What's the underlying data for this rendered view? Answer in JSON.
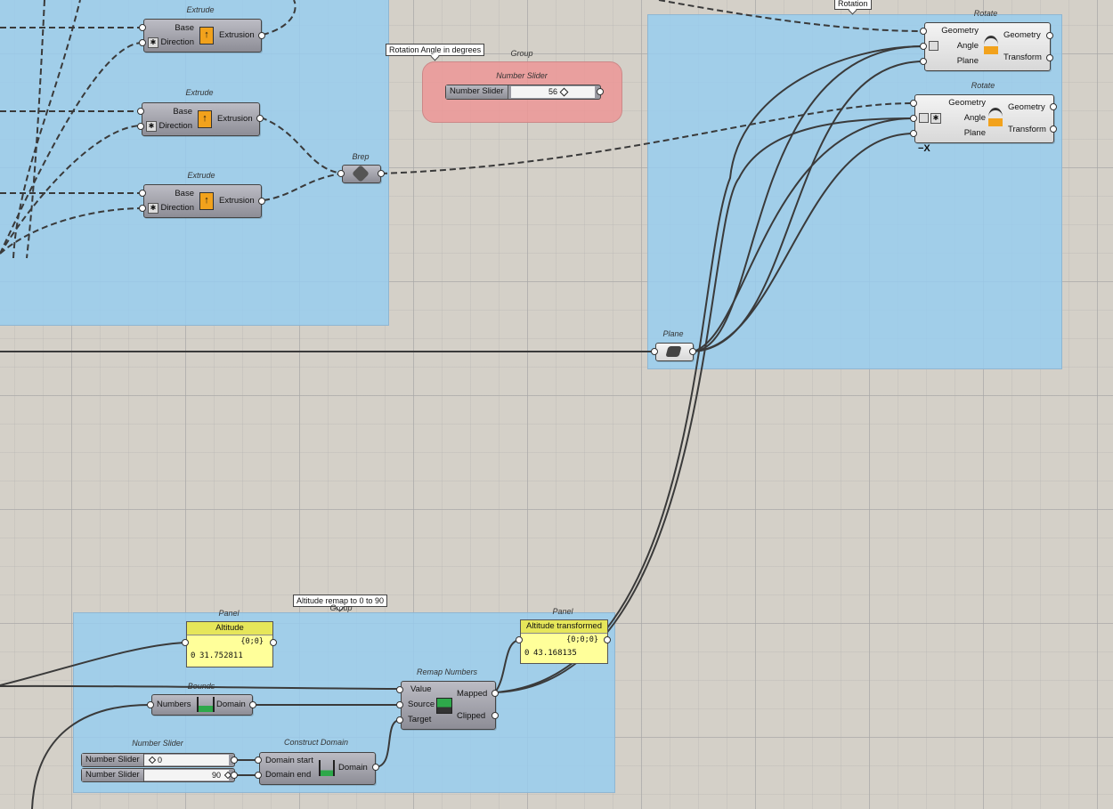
{
  "groups": {
    "rotation_title": "Rotation",
    "rotation_angle_note": "Rotation Angle in degrees",
    "rotation_angle_group": "Group",
    "altitude_note": "Altitude remap to 0 to 90",
    "altitude_group": "Group"
  },
  "extrude_1": {
    "title": "Extrude",
    "in1": "Base",
    "in2": "Direction",
    "out": "Extrusion"
  },
  "extrude_2": {
    "title": "Extrude",
    "in1": "Base",
    "in2": "Direction",
    "out": "Extrusion"
  },
  "extrude_3": {
    "title": "Extrude",
    "in1": "Base",
    "in2": "Direction",
    "out": "Extrusion"
  },
  "brep": {
    "title": "Brep"
  },
  "angle_slider": {
    "title": "Number Slider",
    "label": "Number Slider",
    "value": "56"
  },
  "rotate_1": {
    "title": "Rotate",
    "in1": "Geometry",
    "in2": "Angle",
    "in3": "Plane",
    "out1": "Geometry",
    "out2": "Transform"
  },
  "rotate_2": {
    "title": "Rotate",
    "in1": "Geometry",
    "in2": "Angle",
    "in3": "Plane",
    "out1": "Geometry",
    "out2": "Transform",
    "mirror": "−X"
  },
  "plane": {
    "title": "Plane"
  },
  "panel_altitude": {
    "title": "Panel",
    "header": "Altitude",
    "path": "{0;0}",
    "index": "0",
    "value": "31.752811"
  },
  "panel_transformed": {
    "title": "Panel",
    "header": "Altitude transformed",
    "path": "{0;0;0}",
    "index": "0",
    "value": "43.168135"
  },
  "remap": {
    "title": "Remap Numbers",
    "in1": "Value",
    "in2": "Source",
    "in3": "Target",
    "out1": "Mapped",
    "out2": "Clipped"
  },
  "bounds": {
    "title": "Bounds",
    "in": "Numbers",
    "out": "Domain"
  },
  "domain_sliders": {
    "title": "Number Slider",
    "s1_label": "Number Slider",
    "s1_value": "0",
    "s2_label": "Number Slider",
    "s2_value": "90"
  },
  "construct_domain": {
    "title": "Construct Domain",
    "in1": "Domain start",
    "in2": "Domain end",
    "out": "Domain"
  }
}
